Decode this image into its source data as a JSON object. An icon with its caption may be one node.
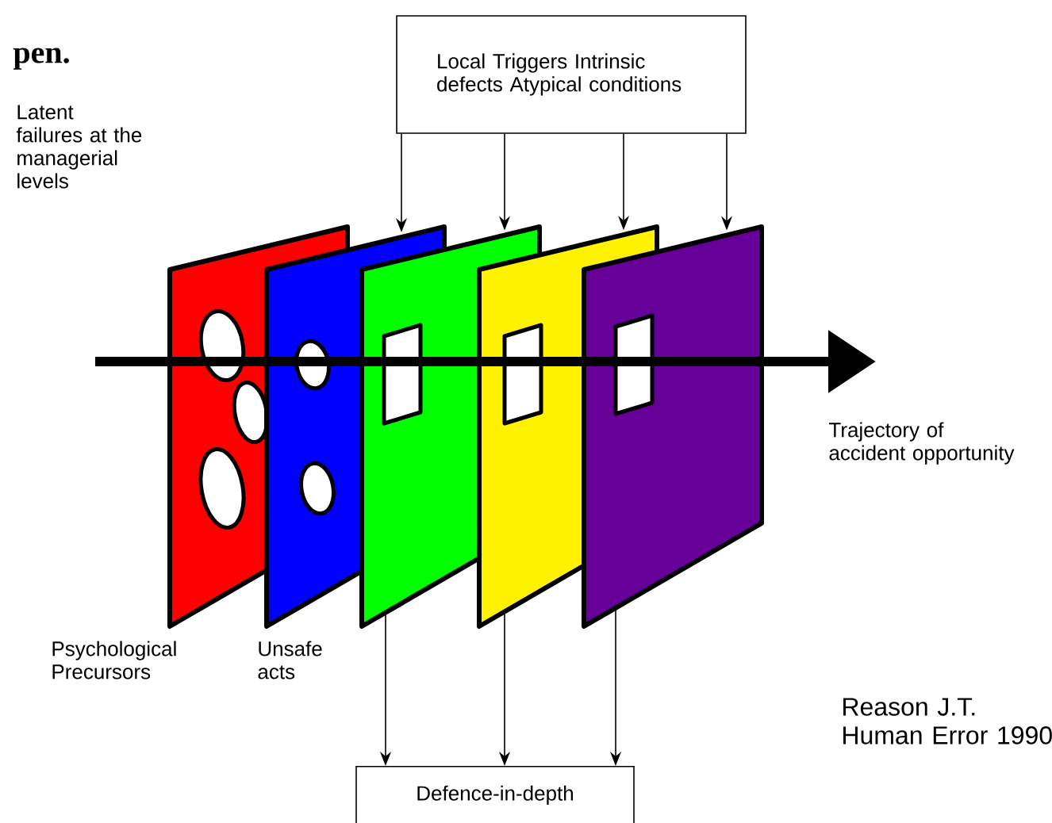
{
  "diagram": {
    "nodes": [
      {
        "text": [
          "Local Triggers Intrinsic defects Atypical conditions"
        ]
      },
      {
        "text": [],
        "shape": "box"
      },
      {
        "text": [],
        "shape": "box"
      },
      {
        "text": [],
        "shape": "box"
      },
      {
        "text": [],
        "shape": "box"
      },
      {
        "text": [],
        "shape": "box"
      },
      {
        "text": [
          "Defence-in-depth"
        ]
      }
    ],
    "edges": [
      {
        "from": 0,
        "to": 2,
        "arrow": "to"
      },
      {
        "from": 0,
        "to": 3,
        "arrow": "to"
      },
      {
        "from": 0,
        "to": 4,
        "arrow": "to"
      },
      {
        "from": 0,
        "to": 5,
        "arrow": "to"
      },
      {
        "from": 3,
        "to": 6,
        "arrow": "to"
      },
      {
        "from": 4,
        "to": 6,
        "arrow": "to"
      },
      {
        "from": 5,
        "to": 6,
        "arrow": "to"
      }
    ],
    "labels": [
      "pen.",
      "Latent failures at the managerial levels",
      "Trajectory of accident opportunity",
      "Psychological Precursors",
      "Unsafe acts",
      "Reason J.T. Human Error 1990"
    ]
  }
}
